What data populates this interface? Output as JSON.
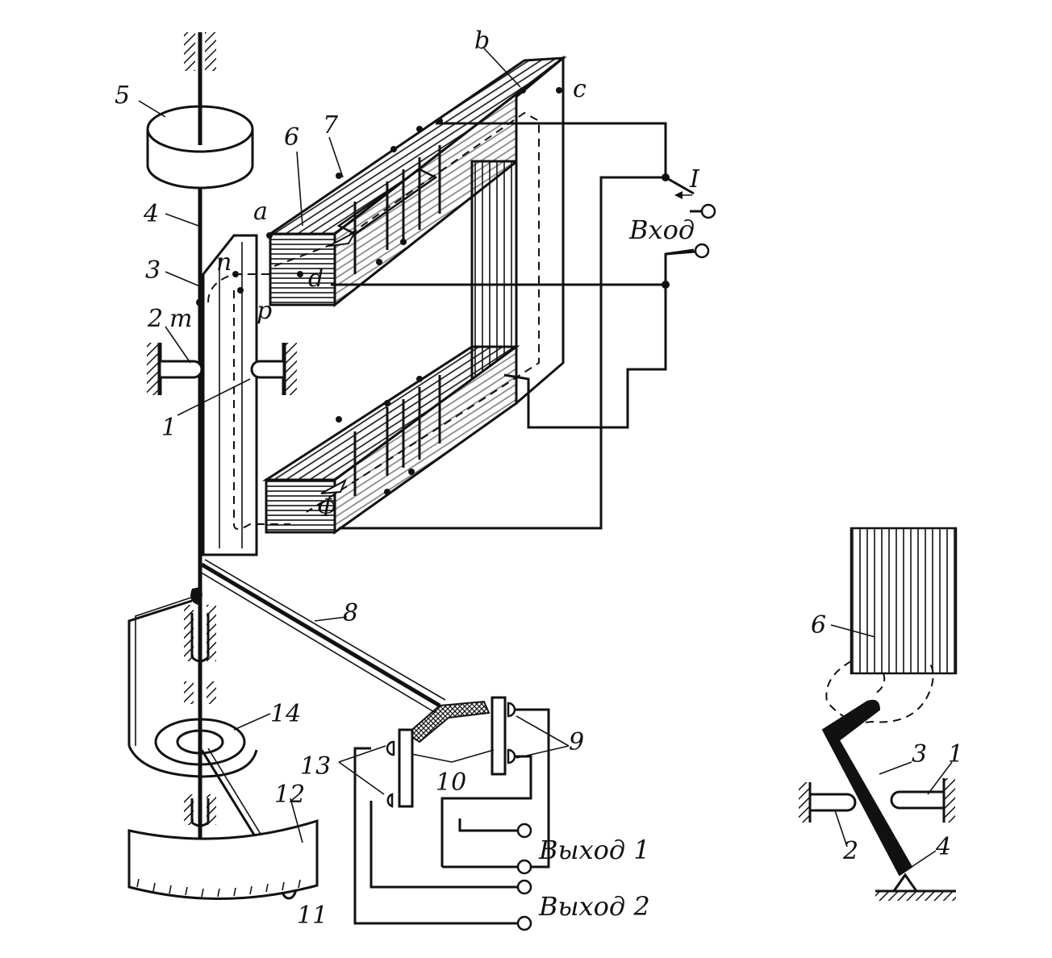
{
  "diagram": {
    "labels": {
      "n1": "1",
      "n2": "2",
      "n3": "3",
      "n4": "4",
      "n5": "5",
      "n6": "6",
      "n7": "7",
      "n8": "8",
      "n9": "9",
      "n10": "10",
      "n11": "11",
      "n12": "12",
      "n13": "13",
      "n14": "14",
      "a": "a",
      "b": "b",
      "c": "c",
      "d": "d",
      "m": "m",
      "n": "n",
      "p": "p",
      "current": "I",
      "flux": "Φ"
    },
    "terminals": {
      "input": "Вход",
      "output1": "Выход 1",
      "output2": "Выход 2"
    },
    "inset_labels": {
      "n1": "1",
      "n2": "2",
      "n3": "3",
      "n4": "4",
      "n6": "6"
    }
  }
}
